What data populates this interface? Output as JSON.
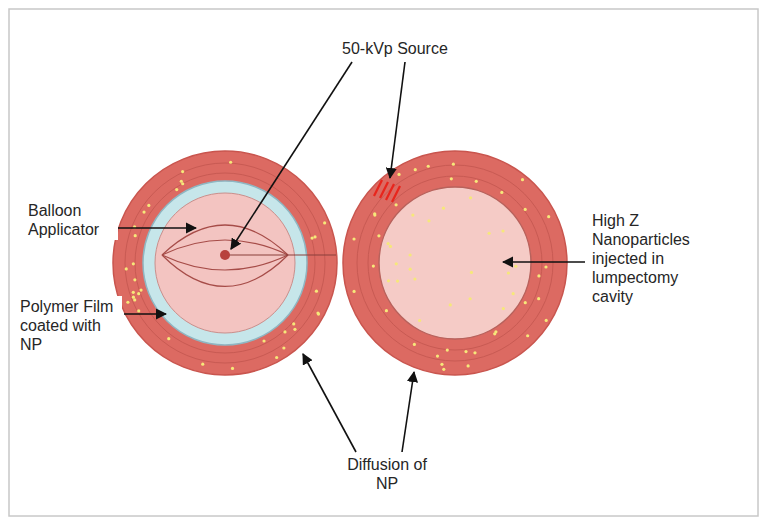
{
  "diagram": {
    "labels": [
      "50-kVp Source",
      "Balloon Applicator",
      "Polymer Film coated with NP",
      "High Z Nanoparticles injected in lumpectomy cavity",
      "Diffusion of NP"
    ]
  }
}
